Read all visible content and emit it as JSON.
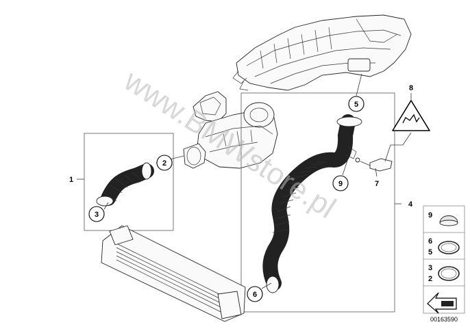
{
  "watermark": "www.BMWstore.pl",
  "diagram_code": "00163590",
  "callouts": {
    "c1": "1",
    "c2": "2",
    "c3": "3",
    "c4": "4",
    "c5": "5",
    "c6": "6",
    "c7": "7",
    "c8": "8",
    "c9": "9"
  },
  "legend": {
    "row1": "9",
    "row2a": "6",
    "row2b": "5",
    "row3a": "3",
    "row3b": "2"
  }
}
